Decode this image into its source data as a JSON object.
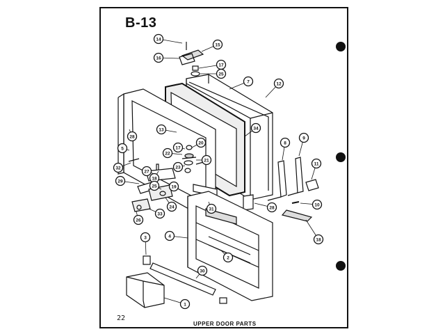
{
  "header": {
    "title": "B-13"
  },
  "footer": {
    "page_number": "22",
    "caption": "UPPER DOOR PARTS"
  },
  "callouts": [
    {
      "label": "14"
    },
    {
      "label": "15"
    },
    {
      "label": "16"
    },
    {
      "label": "17"
    },
    {
      "label": "25"
    },
    {
      "label": "7"
    },
    {
      "label": "12"
    },
    {
      "label": "28"
    },
    {
      "label": "13"
    },
    {
      "label": "34"
    },
    {
      "label": "9"
    },
    {
      "label": "8"
    },
    {
      "label": "5"
    },
    {
      "label": "22"
    },
    {
      "label": "17"
    },
    {
      "label": "20"
    },
    {
      "label": "21"
    },
    {
      "label": "23"
    },
    {
      "label": "32"
    },
    {
      "label": "18"
    },
    {
      "label": "27"
    },
    {
      "label": "29"
    },
    {
      "label": "11"
    },
    {
      "label": "25"
    },
    {
      "label": "19"
    },
    {
      "label": "24"
    },
    {
      "label": "10"
    },
    {
      "label": "31"
    },
    {
      "label": "28"
    },
    {
      "label": "33"
    },
    {
      "label": "26"
    },
    {
      "label": "4"
    },
    {
      "label": "18"
    },
    {
      "label": "3"
    },
    {
      "label": "2"
    },
    {
      "label": "30"
    },
    {
      "label": "1"
    }
  ]
}
